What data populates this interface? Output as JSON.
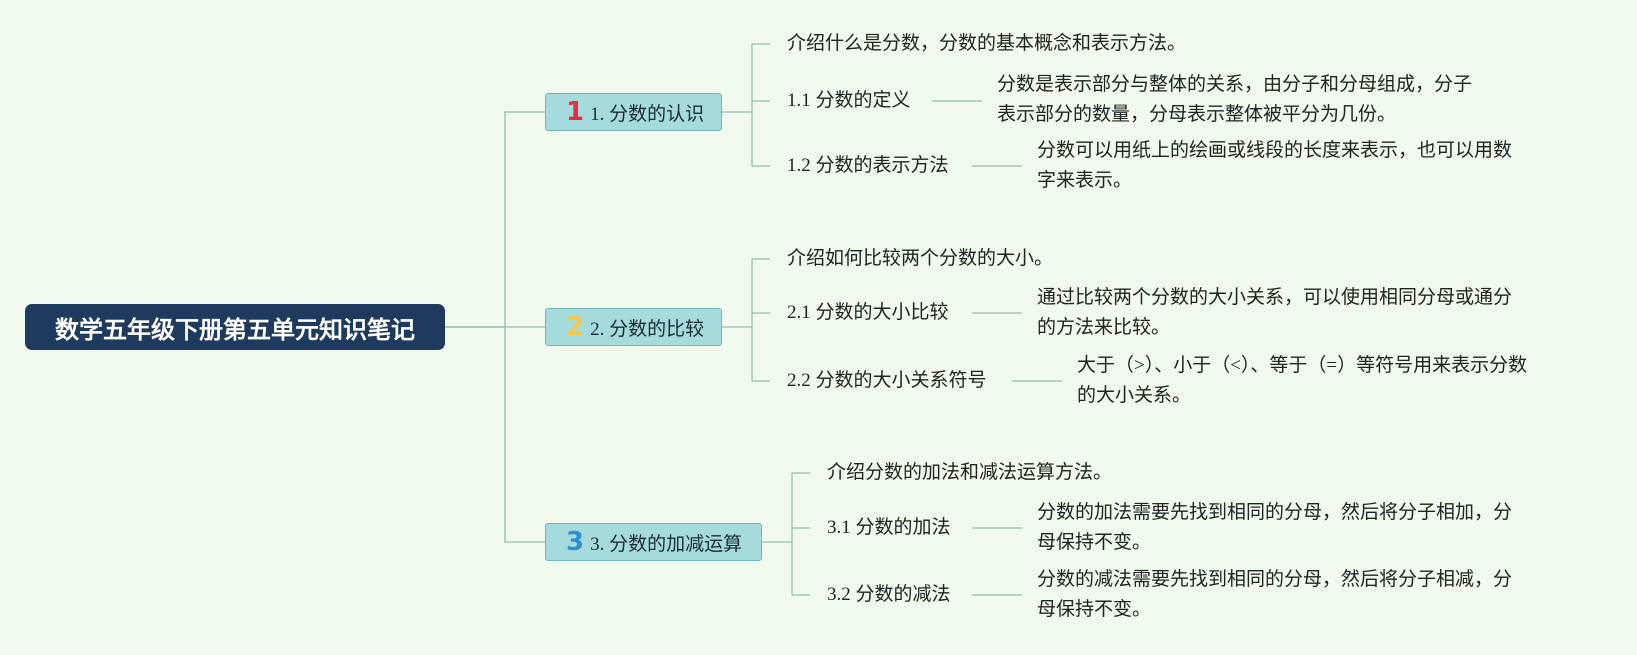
{
  "colors": {
    "background": "#f1f8ee",
    "root_fill": "#1f3a5f",
    "branch_fill": "#a5dbdc",
    "connector": "#8fbfae",
    "number_1": "#e0303e",
    "number_2": "#f2c94c",
    "number_3": "#2d8fd5"
  },
  "root": {
    "label": "数学五年级下册第五单元知识笔记"
  },
  "branches": [
    {
      "number": "1",
      "label": "1. 分数的认识",
      "intro": "介绍什么是分数，分数的基本概念和表示方法。",
      "topics": [
        {
          "label": "1.1 分数的定义",
          "detail": "分数是表示部分与整体的关系，由分子和分母组成，分子\n表示部分的数量，分母表示整体被平分为几份。"
        },
        {
          "label": "1.2 分数的表示方法",
          "detail": "分数可以用纸上的绘画或线段的长度来表示，也可以用数\n字来表示。"
        }
      ]
    },
    {
      "number": "2",
      "label": "2. 分数的比较",
      "intro": "介绍如何比较两个分数的大小。",
      "topics": [
        {
          "label": "2.1 分数的大小比较",
          "detail": "通过比较两个分数的大小关系，可以使用相同分母或通分\n的方法来比较。"
        },
        {
          "label": "2.2 分数的大小关系符号",
          "detail": "大于（>）、小于（<）、等于（=）等符号用来表示分数\n的大小关系。"
        }
      ]
    },
    {
      "number": "3",
      "label": "3. 分数的加减运算",
      "intro": "介绍分数的加法和减法运算方法。",
      "topics": [
        {
          "label": "3.1 分数的加法",
          "detail": "分数的加法需要先找到相同的分母，然后将分子相加，分\n母保持不变。"
        },
        {
          "label": "3.2 分数的减法",
          "detail": "分数的减法需要先找到相同的分母，然后将分子相减，分\n母保持不变。"
        }
      ]
    }
  ]
}
